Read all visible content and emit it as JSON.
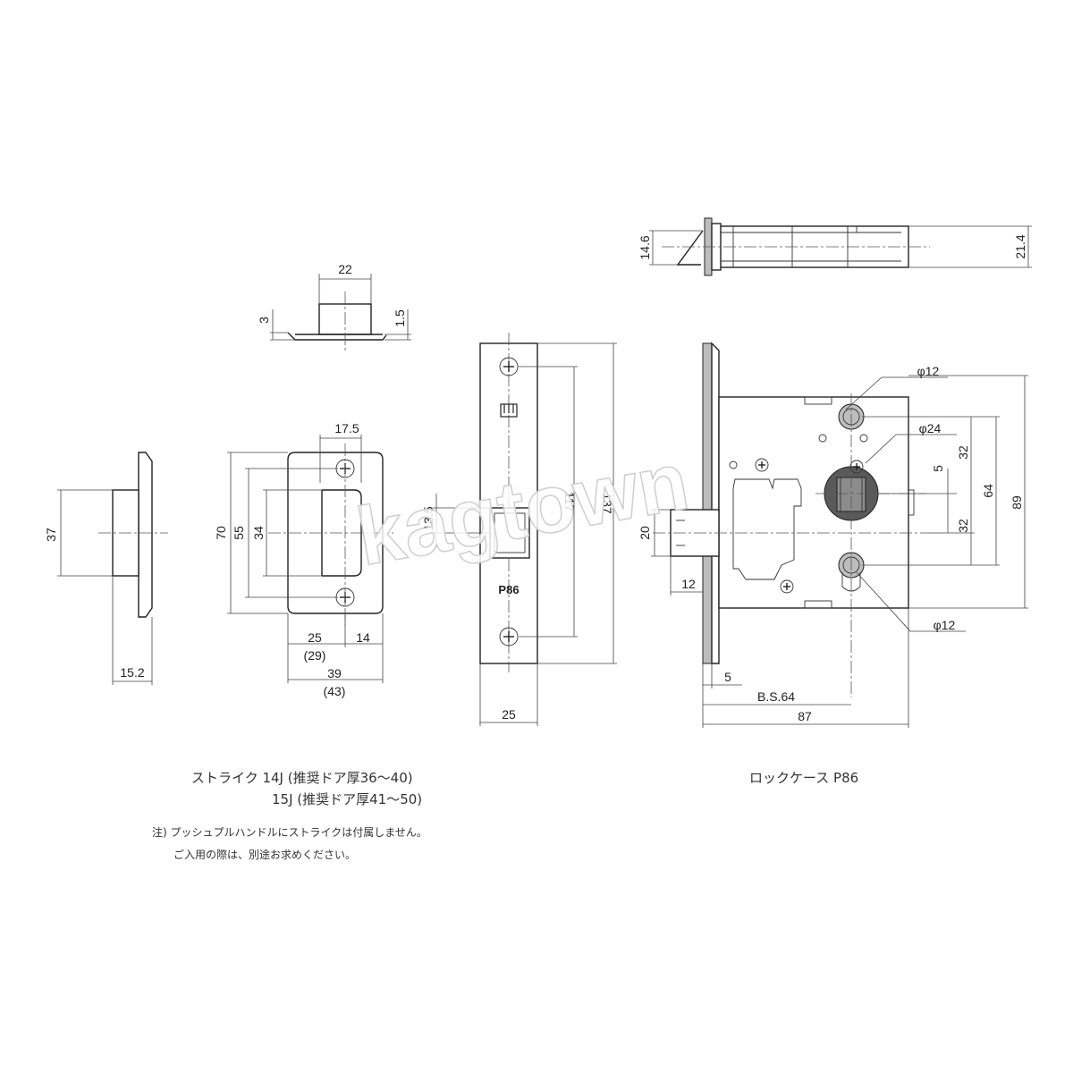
{
  "dimensions": {
    "strike_top_width": "22",
    "strike_top_height": "3",
    "strike_top_plate": "1.5",
    "strike_side_height": "37",
    "strike_side_depth": "15.2",
    "strike_hole_pitch": "17.5",
    "strike_plate_height": "70",
    "strike_inner_height": "55",
    "strike_opening_height": "34",
    "strike_width_a": "25",
    "strike_width_a_alt": "(29)",
    "strike_width_b": "14",
    "strike_total_width": "39",
    "strike_total_width_alt": "(43)",
    "front_offset": "13.5",
    "front_screw_pitch": "117",
    "front_height": "137",
    "front_width": "25",
    "case_thickness_a": "14.6",
    "case_thickness_b": "21.4",
    "latch_height": "20",
    "latch_projection": "12",
    "hole_top": "φ12",
    "hub_diameter": "φ24",
    "hole_bottom": "φ12",
    "hub_offset": "5",
    "upper_pitch": "32",
    "lower_pitch": "32",
    "hole_pitch": "64",
    "case_height": "89",
    "faceplate_thickness": "5",
    "backset": "B.S.64",
    "case_depth": "87"
  },
  "front_plate_label": "P86",
  "watermark": "kagtown",
  "captions": {
    "strike_line1": "ストライク 14J (推奨ドア厚36～40)",
    "strike_line2": "15J (推奨ドア厚41～50)",
    "lockcase": "ロックケース P86"
  },
  "notes": {
    "line1": "注) プッシュプルハンドルにストライクは付属しません。",
    "line2": "ご入用の際は、別途お求めください。"
  }
}
